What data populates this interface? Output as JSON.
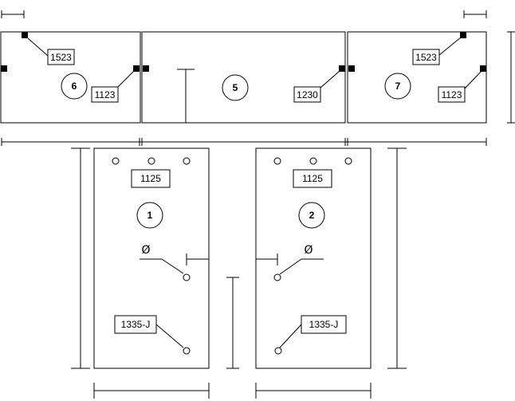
{
  "panels": {
    "p6": {
      "number": "6",
      "label_a": "1523",
      "label_b": "1123"
    },
    "p5": {
      "number": "5",
      "label_a": "1230"
    },
    "p7": {
      "number": "7",
      "label_a": "1523",
      "label_b": "1123"
    },
    "p1": {
      "number": "1",
      "label_top": "1125",
      "label_bottom": "1335-J",
      "symbol": "Ø"
    },
    "p2": {
      "number": "2",
      "label_top": "1125",
      "label_bottom": "1335-J",
      "symbol": "Ø"
    }
  }
}
